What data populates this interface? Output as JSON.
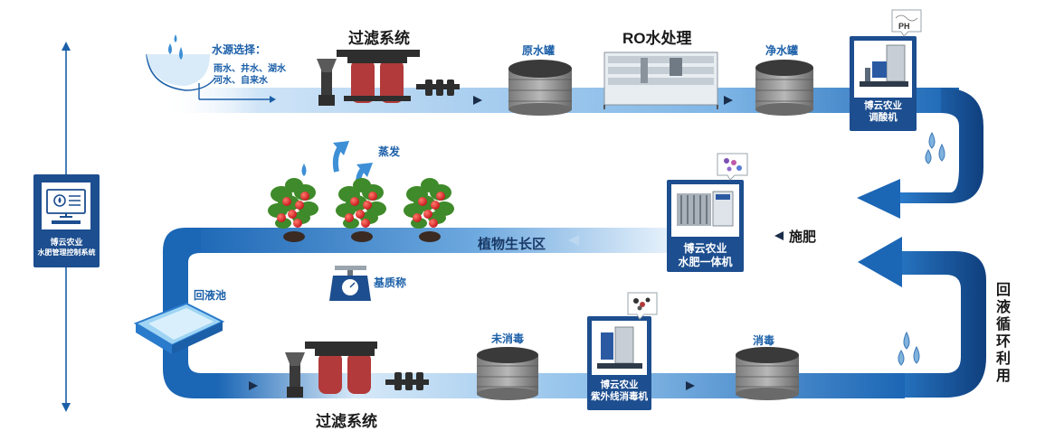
{
  "controller": {
    "line1": "博云农业",
    "line2": "水肥管理控制系统"
  },
  "water_source": {
    "title": "水源选择：",
    "line1": "雨水、井水、湖水",
    "line2": "河水、自来水"
  },
  "top_filter": "过滤系统",
  "raw_tank": "原水罐",
  "ro": "RO水处理",
  "clean_tank": "净水罐",
  "ph_machine": {
    "badge": "PH",
    "line1": "博云农业",
    "line2": "调酸机"
  },
  "evaporation": "蒸发",
  "growth_zone": "植物生长区",
  "scale": "基质称",
  "fertilizer_machine": {
    "line1": "博云农业",
    "line2": "水肥一体机"
  },
  "fertilize": "施肥",
  "return_pool": "回液池",
  "bottom_filter": "过滤系统",
  "undisinfected": "未消毒",
  "uv_machine": {
    "line1": "博云农业",
    "line2": "紫外线消毒机"
  },
  "disinfect": "消毒",
  "recycle": [
    "回",
    "液",
    "循",
    "环",
    "利",
    "用"
  ],
  "colors": {
    "pipe": "#1b66b5",
    "pipe_dark": "#0f3f7d",
    "box": "#1d4e8f",
    "text_blue": "#1b5fa8",
    "tank": "#474747",
    "filter_red": "#b23a3a"
  }
}
